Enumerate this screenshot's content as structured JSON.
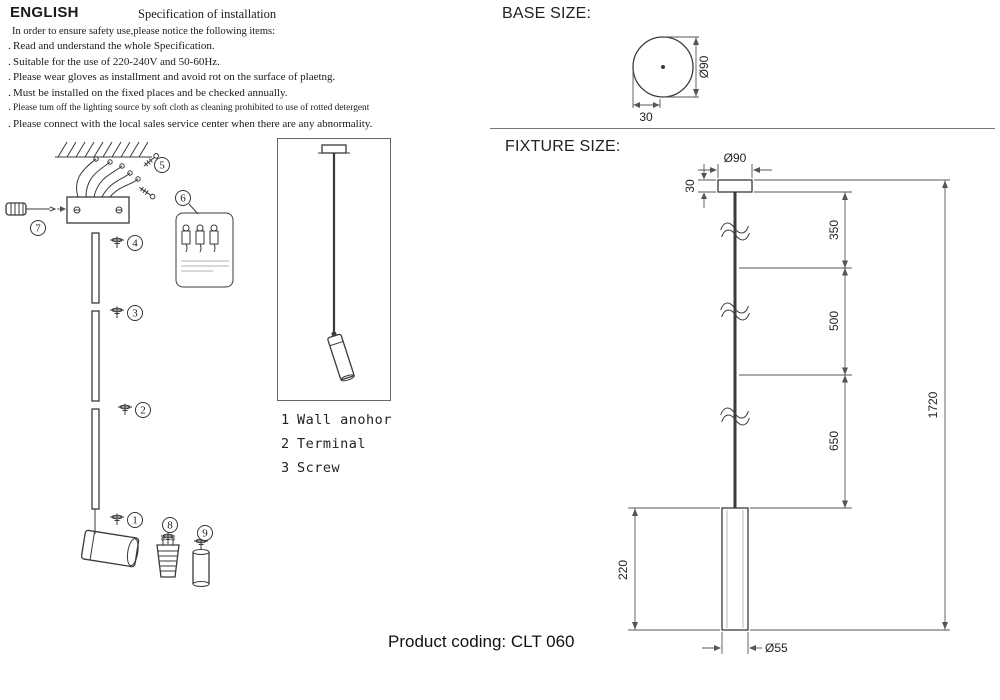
{
  "header": {
    "language": "ENGLISH",
    "title": "Specification of installation"
  },
  "instructions": {
    "intro": "In order to ensure safety use,please notice the following items:",
    "bullet": ".",
    "items": [
      "Read and understand the whole Specification.",
      "Suitable for the use of 220-240V and 50-60Hz.",
      "Please wear gloves as installment and avoid rot on the surface of plaetng.",
      "Must be installed on the fixed places and be checked annually.",
      "Please tum off the lighting source by soft cloth as cleaning prohibited to use of rotted detergent",
      "Please connect with the local sales service center when there are any abnormality."
    ]
  },
  "part_numbers": [
    "1",
    "2",
    "3",
    "4",
    "5",
    "6",
    "7",
    "8",
    "9"
  ],
  "legend": {
    "items": [
      {
        "num": "1",
        "label": "Wall anohor"
      },
      {
        "num": "2",
        "label": "Terminal"
      },
      {
        "num": "3",
        "label": "Screw"
      }
    ]
  },
  "base_size": {
    "title": "BASE SIZE:",
    "diameter": "Ø90",
    "depth": "30"
  },
  "fixture_size": {
    "title": "FIXTURE SIZE:",
    "canopy_diameter": "Ø90",
    "canopy_height": "30",
    "segment_top": "350",
    "segment_middle": "500",
    "segment_bottom": "650",
    "overall_height": "1720",
    "head_length": "220",
    "head_diameter": "Ø55"
  },
  "footer": {
    "product_coding": "Product coding: CLT 060"
  },
  "colors": {
    "line": "#3a3a3a",
    "dim_line": "#555555",
    "text": "#1a1a1a"
  }
}
